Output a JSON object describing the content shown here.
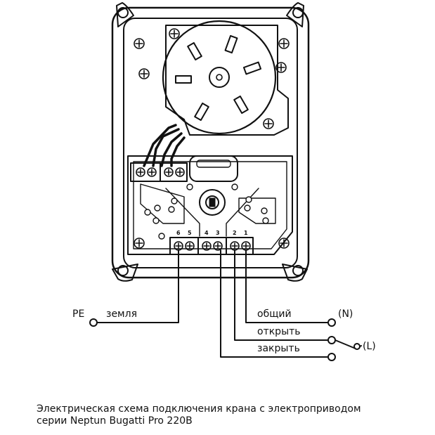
{
  "diagram": {
    "terminal_numbers": [
      "6",
      "5",
      "4",
      "3",
      "2",
      "1"
    ],
    "left_wire": {
      "pe_label": "PE",
      "earth_label": "земля"
    },
    "right_wires": {
      "common_label": "общий",
      "open_label": "открыть",
      "close_label": "закрыть",
      "neutral_label": "(N)",
      "line_label": "(L)"
    }
  },
  "caption": {
    "line1": "Электрическая схема подключения крана с электроприводом",
    "line2": "серии Neptun Bugatti Pro 220В"
  }
}
